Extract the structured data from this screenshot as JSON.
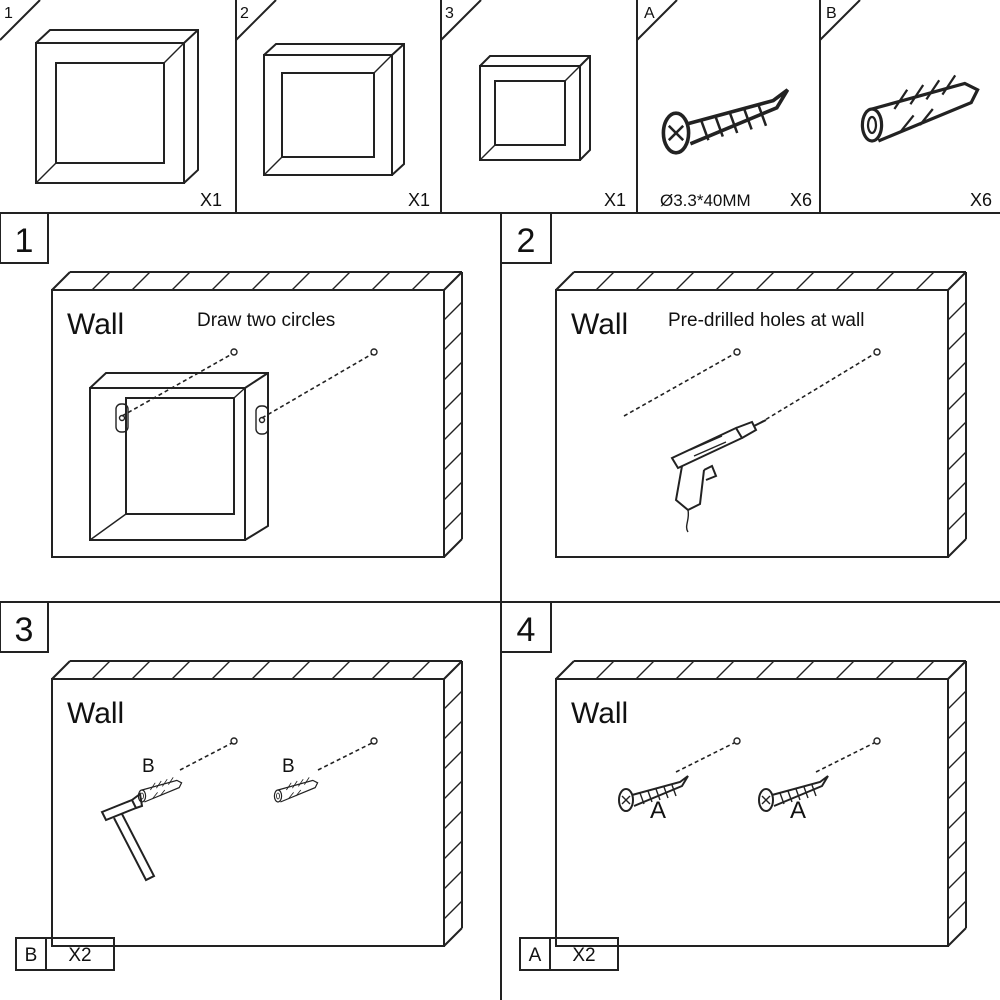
{
  "parts": [
    {
      "tag": "1",
      "qty": "X1",
      "desc": ""
    },
    {
      "tag": "2",
      "qty": "X1",
      "desc": ""
    },
    {
      "tag": "3",
      "qty": "X1",
      "desc": ""
    },
    {
      "tag": "A",
      "qty": "X6",
      "desc": "Ø3.3*40MM"
    },
    {
      "tag": "B",
      "qty": "X6",
      "desc": ""
    }
  ],
  "steps": [
    {
      "number": "1",
      "wall_label": "Wall",
      "instruction": "Draw two circles"
    },
    {
      "number": "2",
      "wall_label": "Wall",
      "instruction": "Pre-drilled holes at wall"
    },
    {
      "number": "3",
      "wall_label": "Wall",
      "instruction": "",
      "callouts": [
        "B",
        "B"
      ],
      "footer_part": "B",
      "footer_qty": "X2"
    },
    {
      "number": "4",
      "wall_label": "Wall",
      "instruction": "",
      "callouts": [
        "A",
        "A"
      ],
      "footer_part": "A",
      "footer_qty": "X2"
    }
  ]
}
